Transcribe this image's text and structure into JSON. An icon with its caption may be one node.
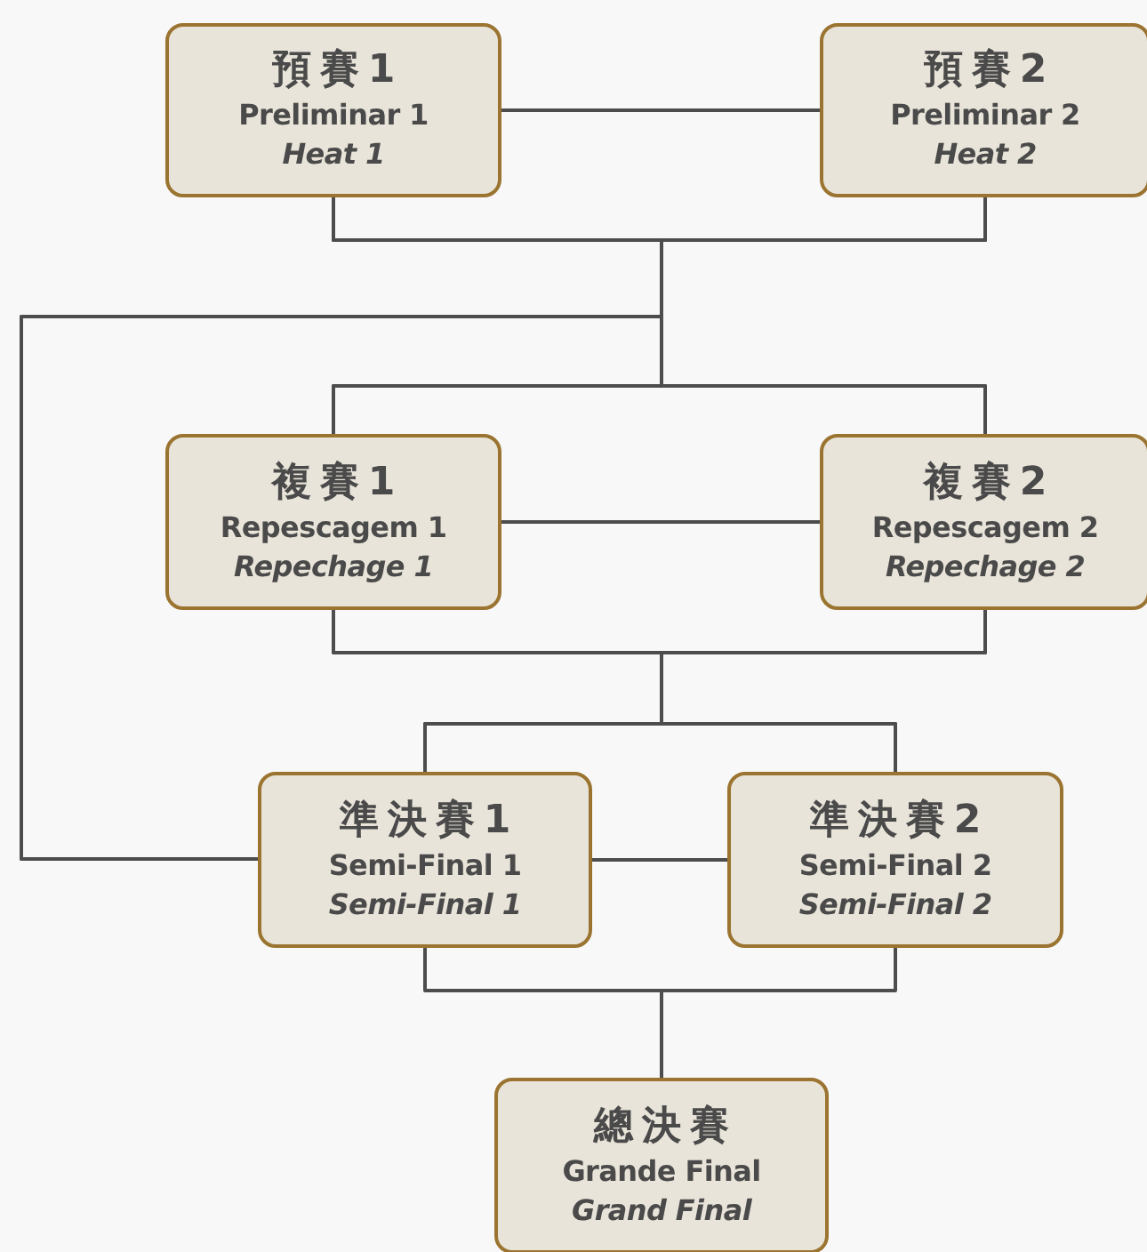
{
  "diagram": {
    "nodes": [
      {
        "text": [
          "預賽1",
          "Preliminar 1",
          "Heat 1"
        ]
      },
      {
        "text": [
          "預賽2",
          "Preliminar 2",
          "Heat 2"
        ]
      },
      {
        "text": [
          "複賽1",
          "Repescagem 1",
          "Repechage 1"
        ]
      },
      {
        "text": [
          "複賽2",
          "Repescagem 2",
          "Repechage 2"
        ]
      },
      {
        "text": [
          "準決賽1",
          "Semi-Final 1",
          "Semi-Final 1"
        ]
      },
      {
        "text": [
          "準決賽2",
          "Semi-Final 2",
          "Semi-Final 2"
        ]
      },
      {
        "text": [
          "總決賽",
          "Grande Final",
          "Grand Final"
        ]
      }
    ],
    "edges": [
      {
        "from": 0,
        "to": 1,
        "arrow": "none"
      },
      {
        "from": 0,
        "to": 2,
        "arrow": "none"
      },
      {
        "from": 0,
        "to": 3,
        "arrow": "none"
      },
      {
        "from": 1,
        "to": 2,
        "arrow": "none"
      },
      {
        "from": 1,
        "to": 3,
        "arrow": "none"
      },
      {
        "from": 0,
        "to": 4,
        "arrow": "none"
      },
      {
        "from": 1,
        "to": 4,
        "arrow": "none"
      },
      {
        "from": 2,
        "to": 3,
        "arrow": "none"
      },
      {
        "from": 2,
        "to": 4,
        "arrow": "none"
      },
      {
        "from": 2,
        "to": 5,
        "arrow": "none"
      },
      {
        "from": 3,
        "to": 4,
        "arrow": "none"
      },
      {
        "from": 3,
        "to": 5,
        "arrow": "none"
      },
      {
        "from": 4,
        "to": 5,
        "arrow": "none"
      },
      {
        "from": 4,
        "to": 6,
        "arrow": "none"
      },
      {
        "from": 5,
        "to": 6,
        "arrow": "none"
      }
    ]
  }
}
